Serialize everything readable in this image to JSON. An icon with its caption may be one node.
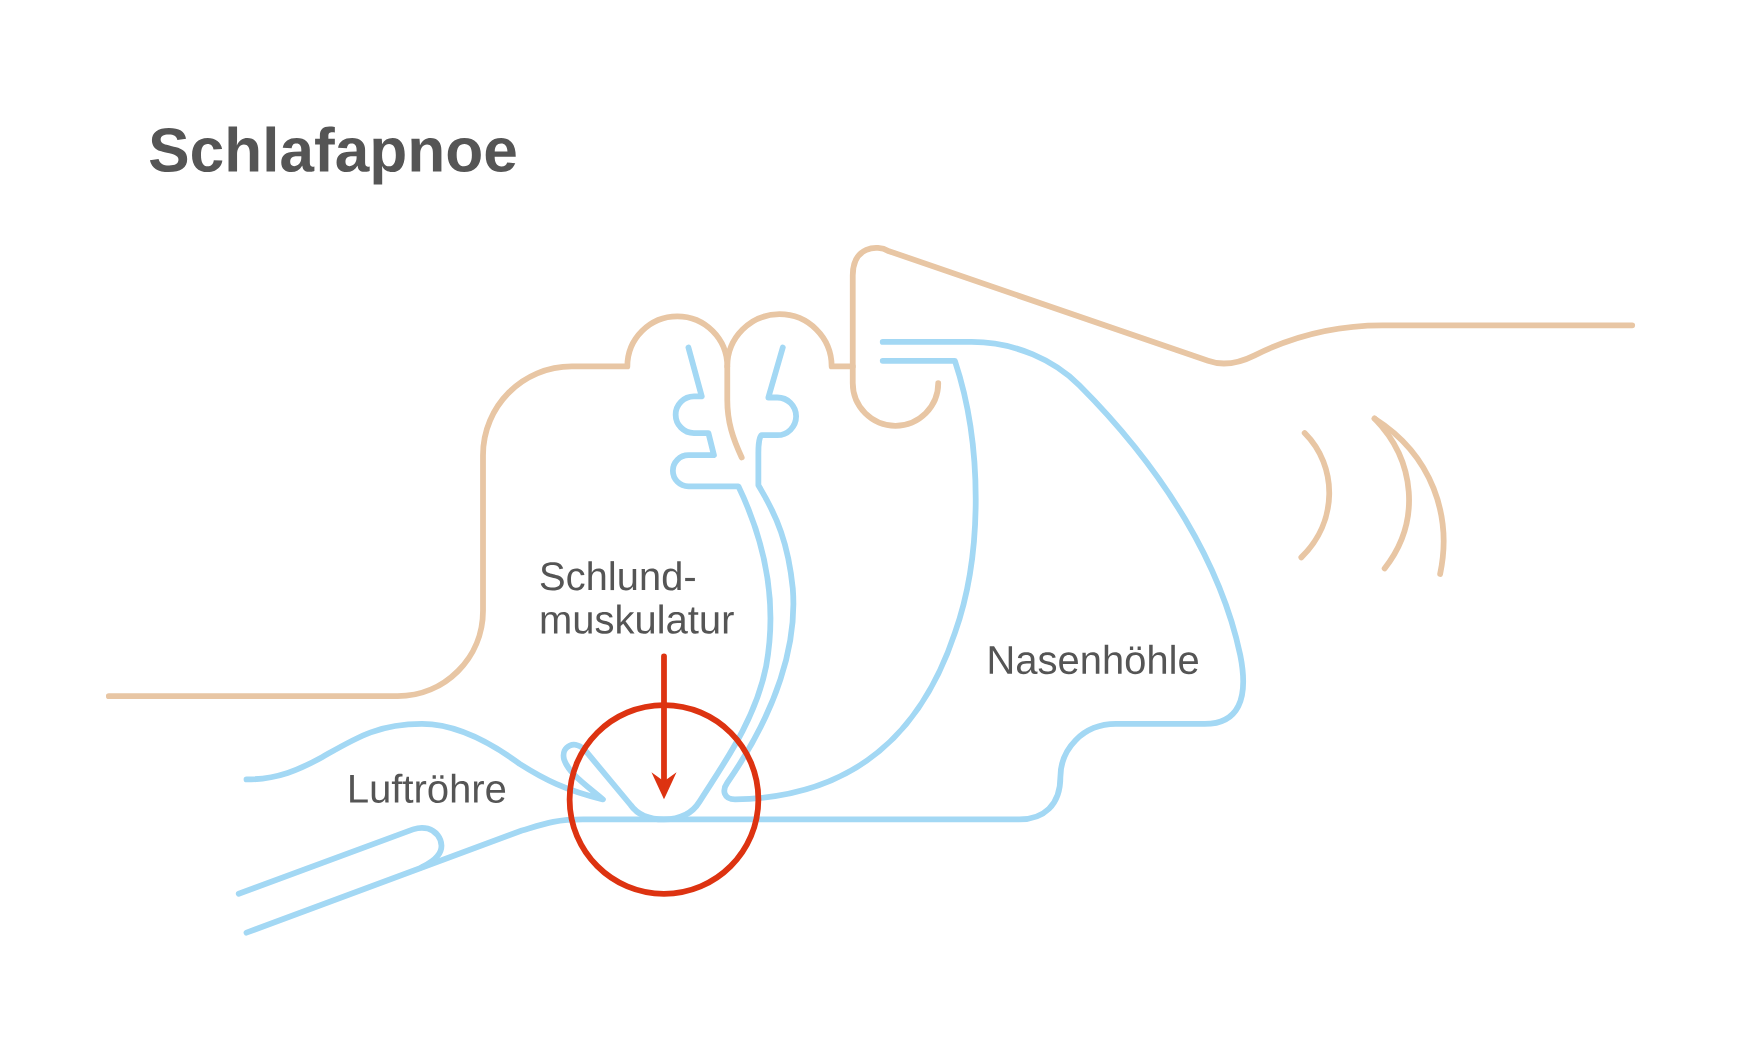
{
  "diagram": {
    "title": "Schlafapnoe",
    "nodes": [
      {
        "text": [
          "Schlund- muskulatur"
        ]
      },
      {
        "text": [],
        "shape": "circle"
      }
    ],
    "edges": [
      {
        "from": 0,
        "to": 1,
        "arrow": "to"
      }
    ],
    "labels": [
      "Luftröhre",
      "Nasenhöhle"
    ]
  }
}
